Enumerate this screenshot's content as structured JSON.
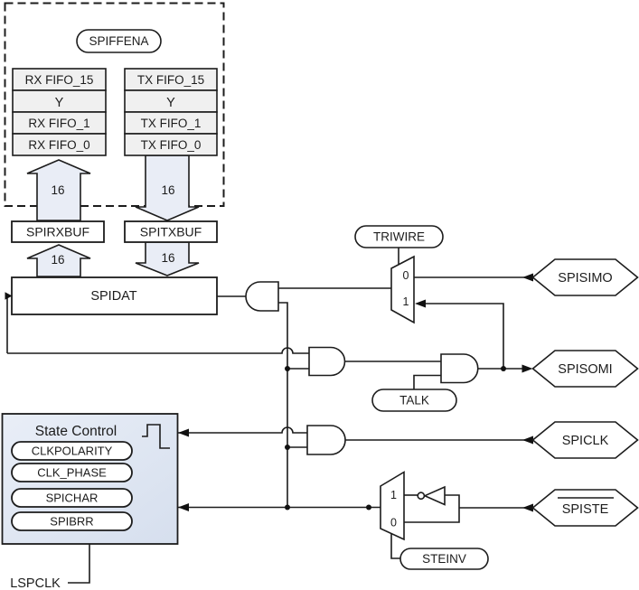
{
  "colors": {
    "line": "#1c1c1c",
    "fifo_cell_fill": "#f0f0f0",
    "bus_arrow_fill": "#e9edf6",
    "state_control_fill": "#dde5f2"
  },
  "fifo_section": {
    "enable_label": "SPIFFENA",
    "bus_width": "16",
    "rx_fifo": [
      "RX FIFO_15",
      "Y",
      "RX FIFO_1",
      "RX FIFO_0"
    ],
    "tx_fifo": [
      "TX FIFO_15",
      "Y",
      "TX FIFO_1",
      "TX FIFO_0"
    ]
  },
  "registers": {
    "rx_buffer": "SPIRXBUF",
    "tx_buffer": "SPITXBUF",
    "shift_register": "SPIDAT"
  },
  "controls": {
    "triwire": "TRIWIRE",
    "talk": "TALK",
    "steinv": "STEINV",
    "mux_input_0": "0",
    "mux_input_1": "1"
  },
  "pins": {
    "spisimo": "SPISIMO",
    "spisomi": "SPISOMI",
    "spiclk": "SPICLK",
    "spiste": "SPISTE"
  },
  "state_control": {
    "title": "State Control",
    "registers": [
      "CLKPOLARITY",
      "CLK_PHASE",
      "SPICHAR",
      "SPIBRR"
    ],
    "clock_input": "LSPCLK"
  }
}
